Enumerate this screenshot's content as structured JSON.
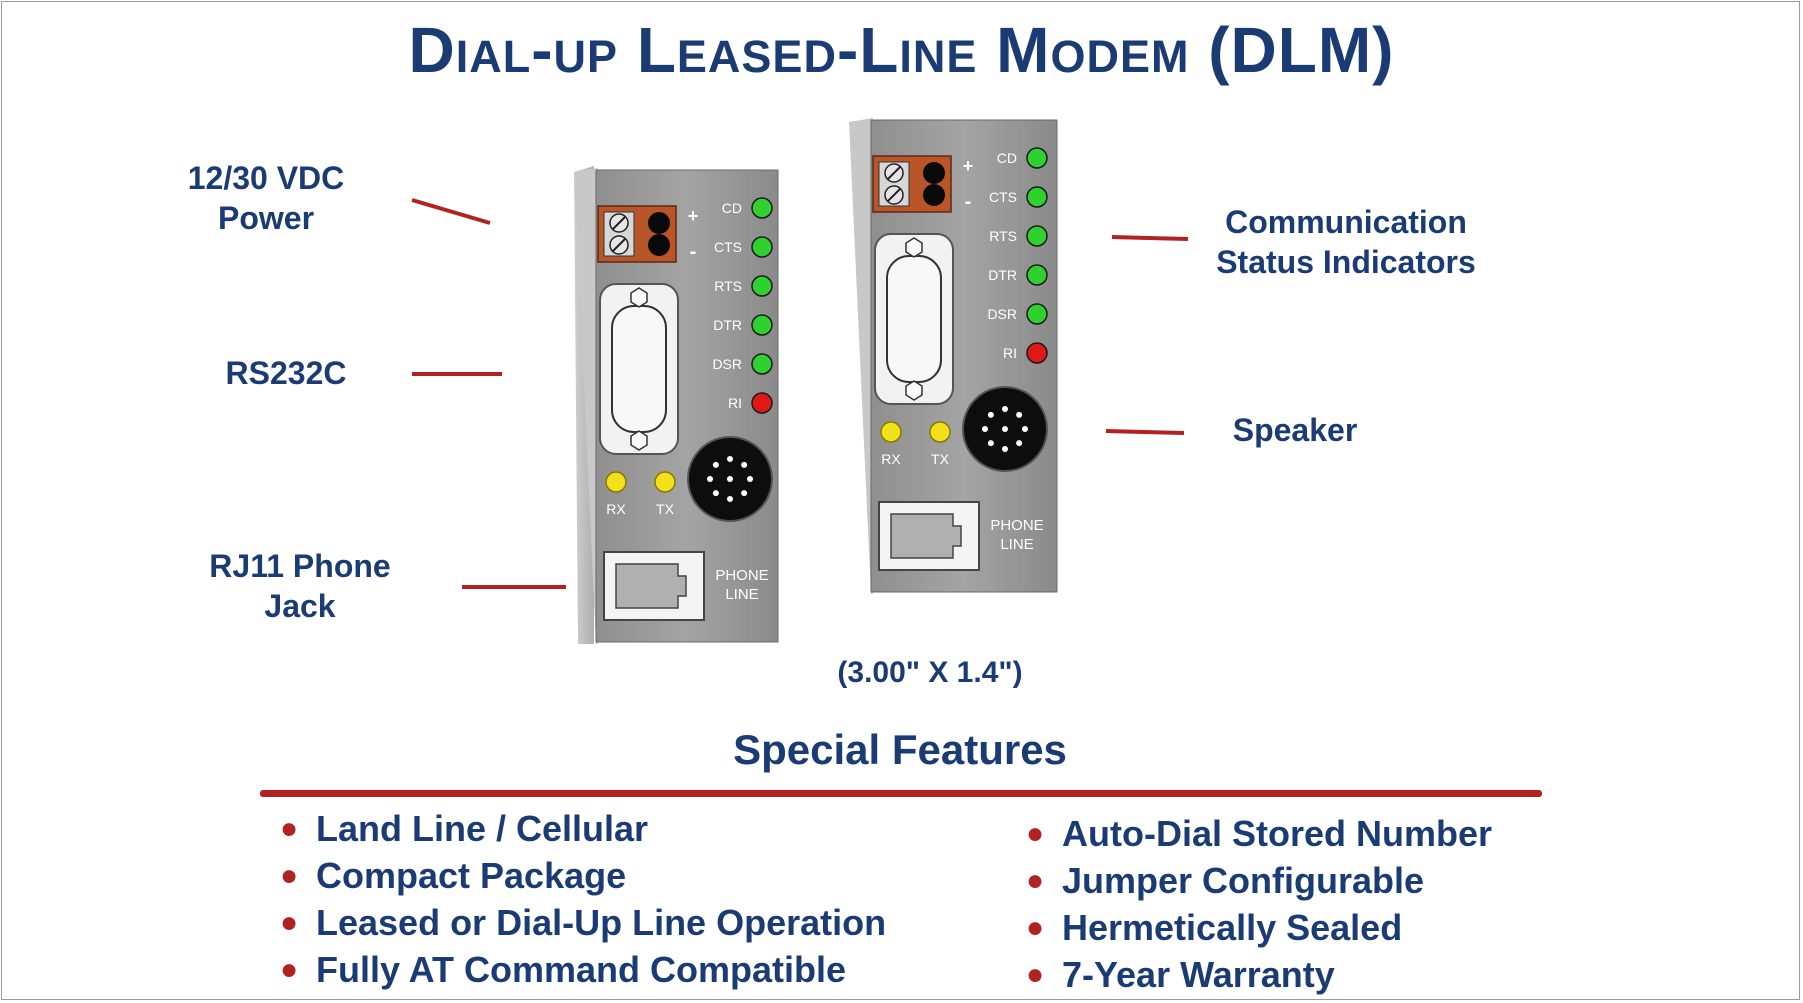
{
  "title": "Dial-up Leased-Line Modem (DLM)",
  "callouts": {
    "power": "12/30 VDC\nPower",
    "rs232": "RS232C",
    "rj11": "RJ11 Phone\nJack",
    "status": "Communication\nStatus Indicators",
    "speaker": "Speaker"
  },
  "device": {
    "terminal_plus": "+",
    "terminal_minus": "-",
    "leds": [
      {
        "label": "CD",
        "color": "#2fd12f"
      },
      {
        "label": "CTS",
        "color": "#2fd12f"
      },
      {
        "label": "RTS",
        "color": "#2fd12f"
      },
      {
        "label": "DTR",
        "color": "#2fd12f"
      },
      {
        "label": "DSR",
        "color": "#2fd12f"
      },
      {
        "label": "RI",
        "color": "#e01818"
      }
    ],
    "rx_label": "RX",
    "tx_label": "TX",
    "rx_tx_color": "#f2e01a",
    "phone_label_1": "PHONE",
    "phone_label_2": "LINE"
  },
  "dimensions": "(3.00\" X 1.4\")",
  "features": {
    "heading": "Special Features",
    "left": [
      "Land Line / Cellular",
      "Compact Package",
      "Leased or Dial-Up Line Operation",
      "Fully AT Command Compatible"
    ],
    "right": [
      "Auto-Dial Stored Number",
      "Jumper Configurable",
      "Hermetically Sealed",
      "7-Year Warranty"
    ]
  },
  "colors": {
    "text": "#1b3b74",
    "accent": "#b22222",
    "terminal": "#b8562a"
  }
}
